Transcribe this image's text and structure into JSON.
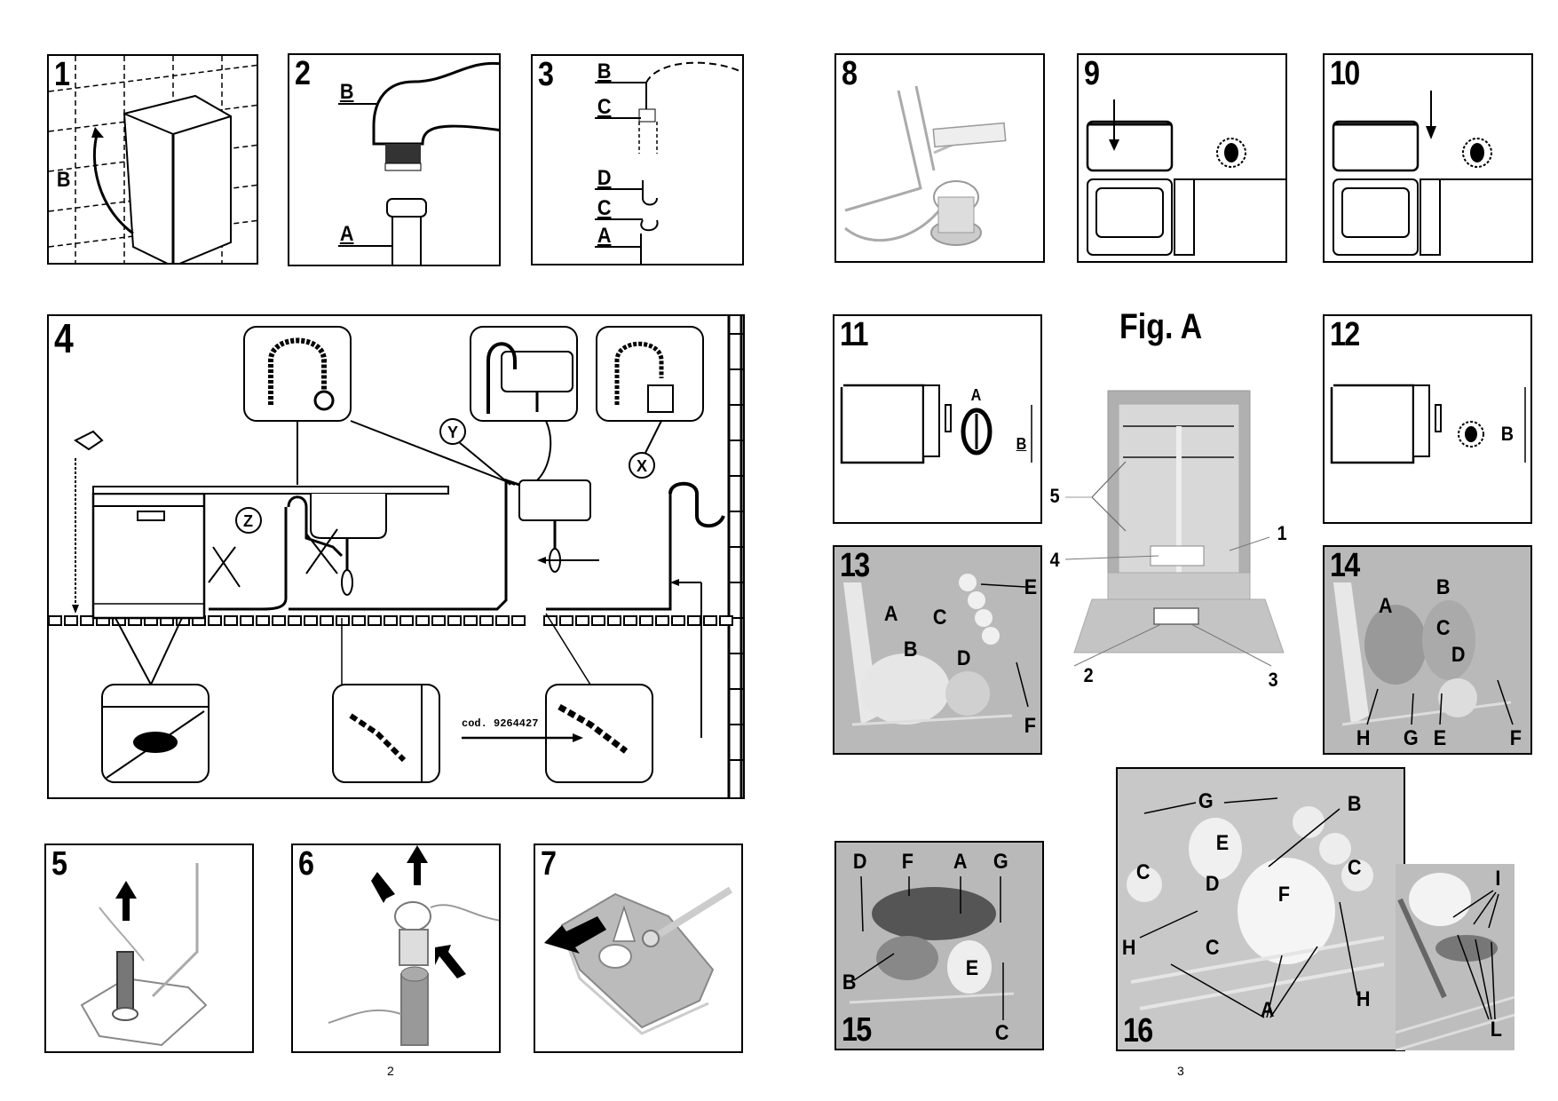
{
  "left_page": {
    "page_number": "2",
    "panels": [
      {
        "number": "1",
        "labels": [
          "B"
        ]
      },
      {
        "number": "2",
        "labels": [
          "B",
          "A"
        ]
      },
      {
        "number": "3",
        "labels": [
          "B",
          "C",
          "D",
          "C",
          "A"
        ]
      },
      {
        "number": "4",
        "labels": [
          "Z",
          "Y",
          "X"
        ],
        "part_code": "cod. 9264427"
      },
      {
        "number": "5",
        "labels": []
      },
      {
        "number": "6",
        "labels": []
      },
      {
        "number": "7",
        "labels": []
      }
    ]
  },
  "right_page": {
    "page_number": "3",
    "figure_title": "Fig. A",
    "figure_callouts": [
      "5",
      "4",
      "1",
      "2",
      "3"
    ],
    "panels": [
      {
        "number": "8",
        "labels": []
      },
      {
        "number": "9",
        "labels": []
      },
      {
        "number": "10",
        "labels": []
      },
      {
        "number": "11",
        "labels": [
          "A",
          "B"
        ]
      },
      {
        "number": "12",
        "labels": [
          "B"
        ]
      },
      {
        "number": "13",
        "labels": [
          "A",
          "C",
          "B",
          "D",
          "E",
          "F"
        ]
      },
      {
        "number": "14",
        "labels": [
          "A",
          "B",
          "C",
          "D",
          "H",
          "G",
          "E",
          "F"
        ]
      },
      {
        "number": "15",
        "labels": [
          "D",
          "F",
          "A",
          "G",
          "B",
          "E",
          "C"
        ]
      },
      {
        "number": "16",
        "labels": [
          "G",
          "B",
          "E",
          "C",
          "D",
          "F",
          "C",
          "H",
          "C",
          "A",
          "H"
        ]
      },
      {
        "number": "16-inset",
        "labels": [
          "I",
          "L"
        ]
      }
    ]
  }
}
